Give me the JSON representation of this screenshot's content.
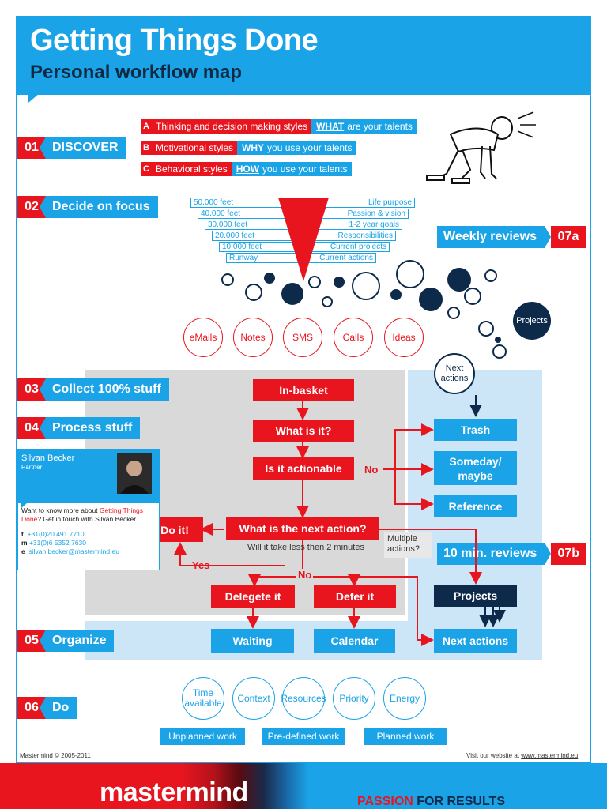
{
  "header": {
    "title": "Getting Things Done",
    "subtitle": "Personal workflow map"
  },
  "steps": {
    "s01": {
      "num": "01",
      "label": "DISCOVER"
    },
    "s02": {
      "num": "02",
      "label": "Decide on focus"
    },
    "s03": {
      "num": "03",
      "label": "Collect 100% stuff"
    },
    "s04": {
      "num": "04",
      "label": "Process stuff"
    },
    "s05": {
      "num": "05",
      "label": "Organize"
    },
    "s06": {
      "num": "06",
      "label": "Do"
    },
    "s07a": {
      "num": "07a",
      "label": "Weekly reviews"
    },
    "s07b": {
      "num": "07b",
      "label": "10 min. reviews"
    }
  },
  "discover": [
    {
      "key": "A",
      "text": "Thinking and decision making styles",
      "emph": "WHAT",
      "rest": "are your talents"
    },
    {
      "key": "B",
      "text": "Motivational styles",
      "emph": "WHY",
      "rest": "you use your talents"
    },
    {
      "key": "C",
      "text": "Behavioral styles",
      "emph": "HOW",
      "rest": "you use your talents"
    }
  ],
  "altitudes": [
    {
      "left": "50.000 feet",
      "right": "Life purpose"
    },
    {
      "left": "40.000 feet",
      "right": "Passion & vision"
    },
    {
      "left": "30.000 feet",
      "right": "1-2 year goals"
    },
    {
      "left": "20.000 feet",
      "right": "Responsibilities"
    },
    {
      "left": "10.000 feet",
      "right": "Current projects"
    },
    {
      "left": "Runway",
      "right": "Current actions"
    }
  ],
  "inputs": [
    "eMails",
    "Notes",
    "SMS",
    "Calls",
    "Ideas"
  ],
  "bubble_projects": "Projects",
  "bubble_next_actions": "Next actions",
  "flow": {
    "inbasket": "In-basket",
    "whatisit": "What is it?",
    "actionable": "Is it actionable",
    "no1": "No",
    "nextaction": "What is the next action?",
    "twomin": "Will it take less then 2 minutes",
    "multiple": "Multiple actions?",
    "doit": "Do it!",
    "yes": "Yes",
    "no2": "No",
    "delegate": "Delegete it",
    "defer": "Defer it",
    "waiting": "Waiting",
    "calendar": "Calendar",
    "trash": "Trash",
    "someday": "Someday/ maybe",
    "reference": "Reference",
    "projects": "Projects",
    "next_actions": "Next actions"
  },
  "contact": {
    "name": "Silvan Becker",
    "role": "Partner",
    "intro1": "Want to know more about ",
    "intro_link": "Getting Things Done",
    "intro2": "? Get in touch with Silvan Becker.",
    "t_label": "t",
    "t": "+31(0)20 491 7710",
    "m_label": "m",
    "m": "+31(0)6 5352 7630",
    "e_label": "e",
    "e": "silvan.becker@mastermind.eu"
  },
  "do_criteria": [
    "Time available",
    "Context",
    "Resources",
    "Priority",
    "Energy"
  ],
  "work_types": [
    "Unplanned work",
    "Pre-defined work",
    "Planned work"
  ],
  "footer": {
    "copyright": "Mastermind © 2005-2011",
    "visit": "Visit our website at ",
    "url": "www.mastermind.eu",
    "brand": "mastermind",
    "slogan1": "PASSION",
    "slogan2": "FOR RESULTS"
  },
  "colors": {
    "blue": "#1aa3e6",
    "red": "#e8151f",
    "navy": "#0d2a4a",
    "gray": "#d9d9d9",
    "lightblue": "#cce6f8"
  }
}
